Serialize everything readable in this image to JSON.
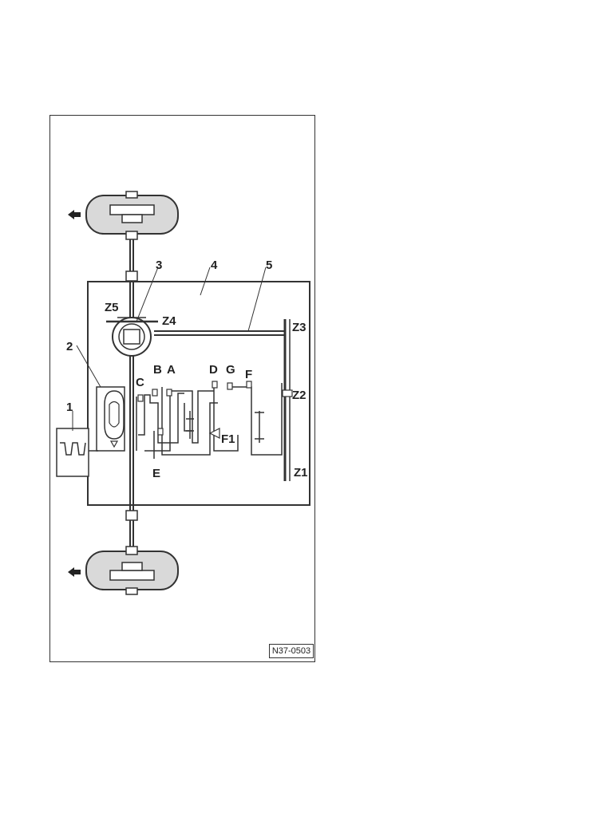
{
  "diagram": {
    "callouts": [
      "1",
      "2",
      "3",
      "4",
      "5"
    ],
    "shift_elements": {
      "a": "A",
      "b": "B",
      "c": "C",
      "d": "D",
      "e": "E",
      "f": "F",
      "f1": "F1",
      "g": "G"
    },
    "gears": {
      "z1": "Z1",
      "z2": "Z2",
      "z3": "Z3",
      "z4": "Z4",
      "z5": "Z5"
    },
    "figure_code": "N37-0503"
  },
  "colors": {
    "line": "#333333",
    "wheel_fill": "#d9d9d9",
    "background": "#ffffff"
  }
}
